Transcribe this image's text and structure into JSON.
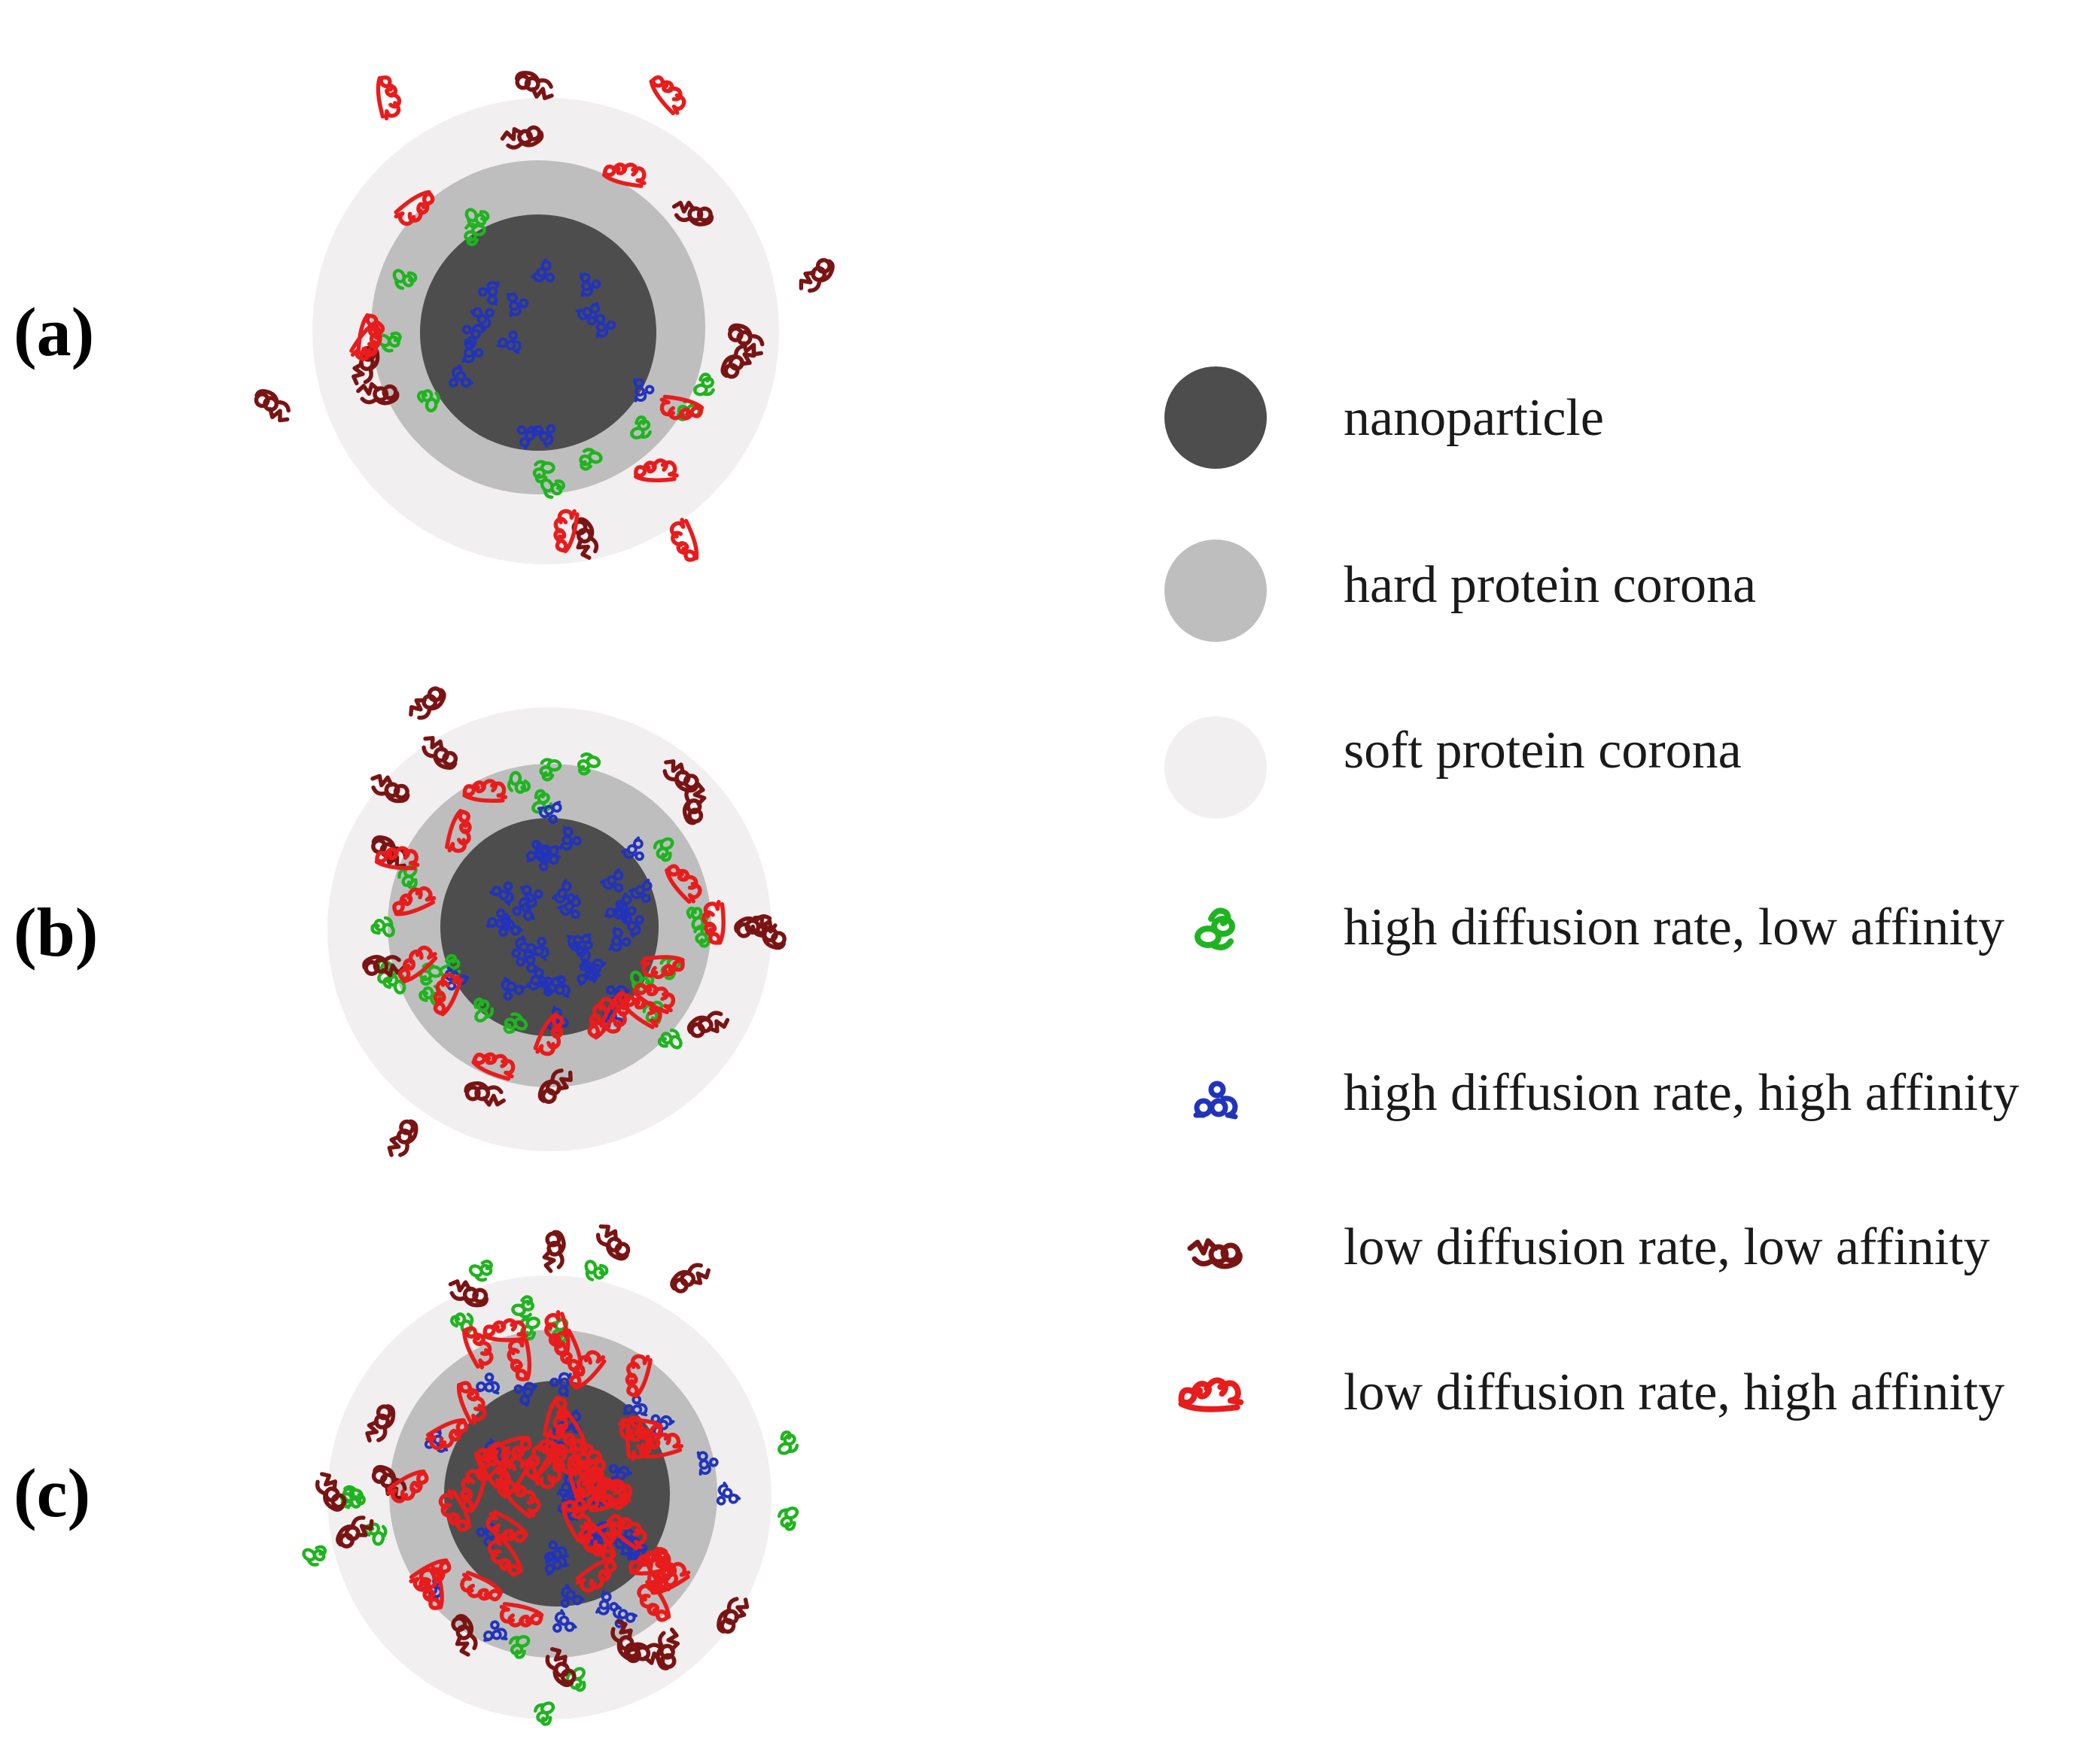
{
  "panels": [
    {
      "label": "(a)",
      "counts": {
        "hdla": 11,
        "hdha": 14,
        "ldla": 10,
        "ldha": 10
      }
    },
    {
      "label": "(b)",
      "counts": {
        "hdla": 20,
        "hdha": 34,
        "ldla": 13,
        "ldha": 15
      }
    },
    {
      "label": "(c)",
      "counts": {
        "hdla": 15,
        "hdha": 30,
        "ldla": 14,
        "ldha": 48
      }
    }
  ],
  "legend": {
    "nanoparticle": "nanoparticle",
    "hard_corona": "hard protein corona",
    "soft_corona": "soft protein corona",
    "hdla": "high diffusion rate, low affinity",
    "hdha": "high diffusion rate, high affinity",
    "ldla": "low diffusion rate, low affinity",
    "ldha": "low diffusion rate, high affinity"
  },
  "colors": {
    "nanoparticle": "#4d4d4d",
    "hard_corona": "#bebebe",
    "soft_corona": "#f2eff0",
    "hdla": "#1fb41f",
    "hdha": "#2233bb",
    "ldla": "#7a1414",
    "ldha": "#e81c1c"
  }
}
